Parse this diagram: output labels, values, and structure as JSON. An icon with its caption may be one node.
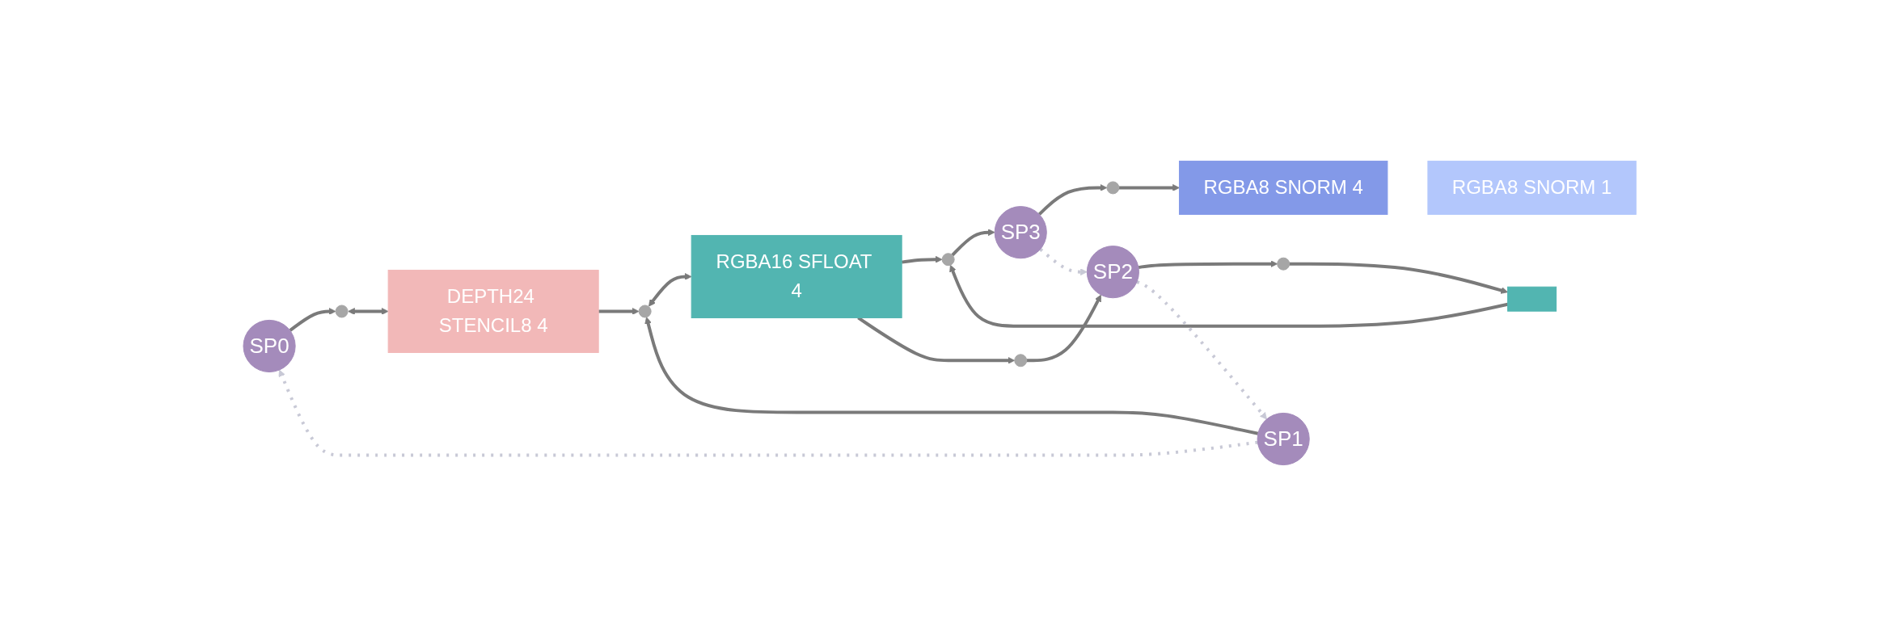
{
  "diagram": {
    "nodes": [
      {
        "text": [
          "SP0"
        ]
      },
      {
        "text": [],
        "shape": "circle"
      },
      {
        "text": [
          "DEPTH24 STENCIL8 4"
        ]
      },
      {
        "text": [
          "SP1"
        ]
      },
      {
        "text": [],
        "shape": "circle"
      },
      {
        "text": [
          "RGBA16 SFLOAT 4"
        ]
      },
      {
        "text": [],
        "shape": "circle"
      },
      {
        "text": [
          "SP3"
        ]
      },
      {
        "text": [],
        "shape": "circle"
      },
      {
        "text": [
          "RGBA8 SNORM 4"
        ]
      },
      {
        "text": [
          "RGBA8 SNORM 1"
        ]
      },
      {
        "text": [],
        "shape": "circle"
      },
      {
        "text": [
          "SP2"
        ]
      },
      {
        "text": [],
        "shape": "circle"
      },
      {
        "text": [],
        "shape": "box"
      }
    ],
    "edges": [
      {
        "from": 0,
        "to": 1,
        "arrow": "to"
      },
      {
        "from": 1,
        "to": 2,
        "arrow": "both"
      },
      {
        "from": 2,
        "to": 4,
        "arrow": "to"
      },
      {
        "from": 3,
        "to": 4,
        "arrow": "to"
      },
      {
        "from": 4,
        "to": 5,
        "arrow": "both"
      },
      {
        "from": 5,
        "to": 6,
        "arrow": "to"
      },
      {
        "from": 6,
        "to": 7,
        "arrow": "to"
      },
      {
        "from": 7,
        "to": 8,
        "arrow": "to"
      },
      {
        "from": 8,
        "to": 9,
        "arrow": "to"
      },
      {
        "from": 5,
        "to": 11,
        "arrow": "to"
      },
      {
        "from": 11,
        "to": 12,
        "arrow": "to"
      },
      {
        "from": 12,
        "to": 13,
        "arrow": "to"
      },
      {
        "from": 13,
        "to": 14,
        "arrow": "to"
      },
      {
        "from": 14,
        "to": 6,
        "arrow": "to"
      },
      {
        "from": 3,
        "to": 0,
        "arrow": "to",
        "style": "dashed",
        "color": "#c8c9d6"
      },
      {
        "from": 12,
        "to": 3,
        "arrow": "to",
        "style": "dashed",
        "color": "#c8c9d6"
      },
      {
        "from": 7,
        "to": 12,
        "arrow": "to",
        "style": "dashed",
        "color": "#c8c9d6"
      }
    ]
  }
}
